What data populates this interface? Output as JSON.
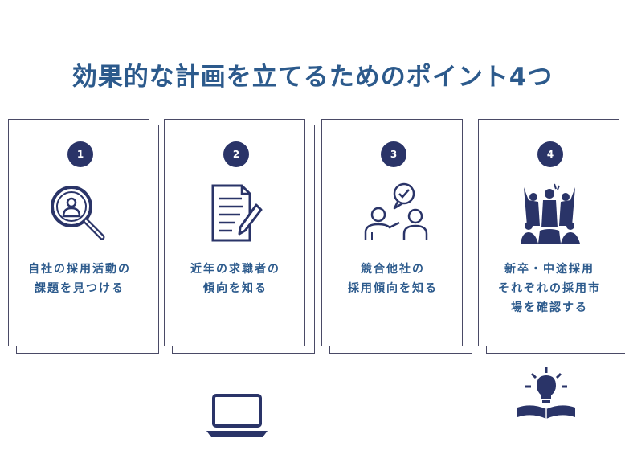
{
  "title": "効果的な計画を立てるためのポイント4つ",
  "colors": {
    "title": "#2c5a8c",
    "navy": "#2a3468",
    "border": "#4a4a66"
  },
  "steps": [
    {
      "number": "1",
      "lines": [
        "自社の採用活動の",
        "課題を見つける"
      ],
      "icon": "magnifier-person-icon"
    },
    {
      "number": "2",
      "lines": [
        "近年の求職者の",
        "傾向を知る"
      ],
      "icon": "document-pen-icon"
    },
    {
      "number": "3",
      "lines": [
        "競合他社の",
        "採用傾向を知る"
      ],
      "icon": "people-discussion-icon"
    },
    {
      "number": "4",
      "lines": [
        "新卒・中途採用",
        "それぞれの採用市",
        "場を確認する"
      ],
      "icon": "group-cheering-icon"
    }
  ],
  "decorations": [
    "laptop-icon",
    "lightbulb-book-icon"
  ]
}
